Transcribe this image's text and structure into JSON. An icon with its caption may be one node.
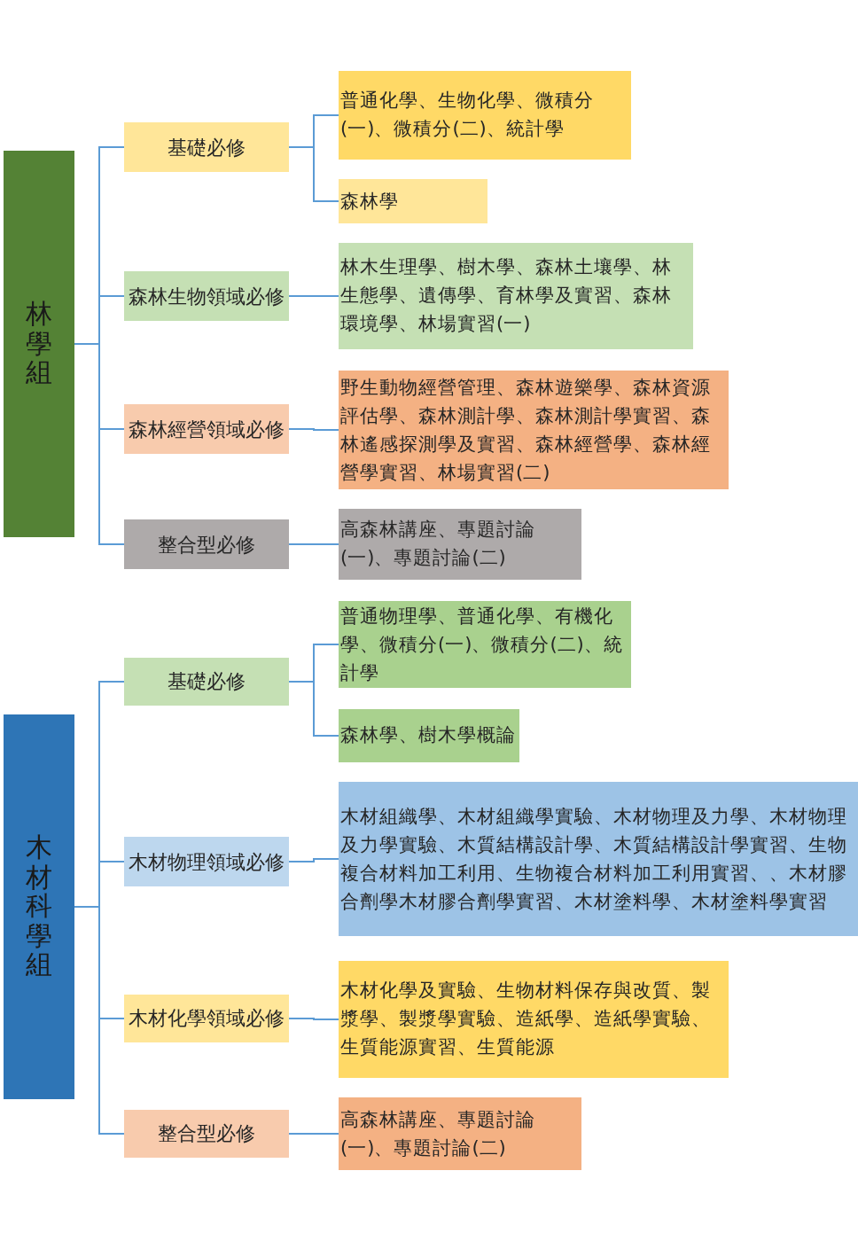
{
  "diagram": {
    "nodes": [
      {
        "text": [
          "林學組"
        ]
      },
      {
        "text": [
          "基礎必修"
        ]
      },
      {
        "text": [
          "普通化學、生物化學、微積分(一)、微積分(二)、統計學"
        ]
      },
      {
        "text": [
          "森林學"
        ]
      },
      {
        "text": [
          "森林生物領域必修"
        ]
      },
      {
        "text": [
          "林木生理學、樹木學、森林土壤學、林生態學、遺傳學、育林學及實習、森林環境學、林場實習(一)"
        ]
      },
      {
        "text": [
          "森林經營領域必修"
        ]
      },
      {
        "text": [
          "野生動物經營管理、森林遊樂學、森林資源評估學、森林測計學、森林測計學實習、森林遙感探測學及實習、森林經營學、森林經營學實習、林場實習(二)"
        ]
      },
      {
        "text": [
          "整合型必修"
        ]
      },
      {
        "text": [
          "高森林講座、專題討論(一)、專題討論(二)"
        ]
      },
      {
        "text": [
          "木材科學組"
        ]
      },
      {
        "text": [
          "基礎必修"
        ]
      },
      {
        "text": [
          "普通物理學、普通化學、有機化學、微積分(一)、微積分(二)、統計學"
        ]
      },
      {
        "text": [
          "森林學、樹木學概論"
        ]
      },
      {
        "text": [
          "木材物理領域必修"
        ]
      },
      {
        "text": [
          "木材組織學、木材組織學實驗、木材物理及力學、木材物理及力學實驗、木質結構設計學、木質結構設計學實習、生物複合材料加工利用、生物複合材料加工利用實習、、木材膠合劑學木材膠合劑學實習、木材塗料學、木材塗料學實習"
        ]
      },
      {
        "text": [
          "木材化學領域必修"
        ]
      },
      {
        "text": [
          "木材化學及實驗、生物材料保存與改質、製漿學、製漿學實驗、造紙學、造紙學實驗、生質能源實習、生質能源"
        ]
      },
      {
        "text": [
          "整合型必修"
        ]
      },
      {
        "text": [
          "高森林講座、專題討論(一)、專題討論(二)"
        ]
      }
    ],
    "edges": [
      {
        "from": 0,
        "to": 1,
        "arrow": "none"
      },
      {
        "from": 0,
        "to": 4,
        "arrow": "none"
      },
      {
        "from": 0,
        "to": 6,
        "arrow": "none"
      },
      {
        "from": 0,
        "to": 8,
        "arrow": "none"
      },
      {
        "from": 1,
        "to": 2,
        "arrow": "none"
      },
      {
        "from": 1,
        "to": 3,
        "arrow": "none"
      },
      {
        "from": 4,
        "to": 5,
        "arrow": "none"
      },
      {
        "from": 6,
        "to": 7,
        "arrow": "none"
      },
      {
        "from": 8,
        "to": 9,
        "arrow": "none"
      },
      {
        "from": 10,
        "to": 11,
        "arrow": "none"
      },
      {
        "from": 10,
        "to": 14,
        "arrow": "none"
      },
      {
        "from": 10,
        "to": 16,
        "arrow": "none"
      },
      {
        "from": 10,
        "to": 18,
        "arrow": "none"
      },
      {
        "from": 11,
        "to": 12,
        "arrow": "none"
      },
      {
        "from": 11,
        "to": 13,
        "arrow": "none"
      },
      {
        "from": 14,
        "to": 15,
        "arrow": "none"
      },
      {
        "from": 16,
        "to": 17,
        "arrow": "none"
      },
      {
        "from": 18,
        "to": 19,
        "arrow": "none"
      }
    ]
  }
}
